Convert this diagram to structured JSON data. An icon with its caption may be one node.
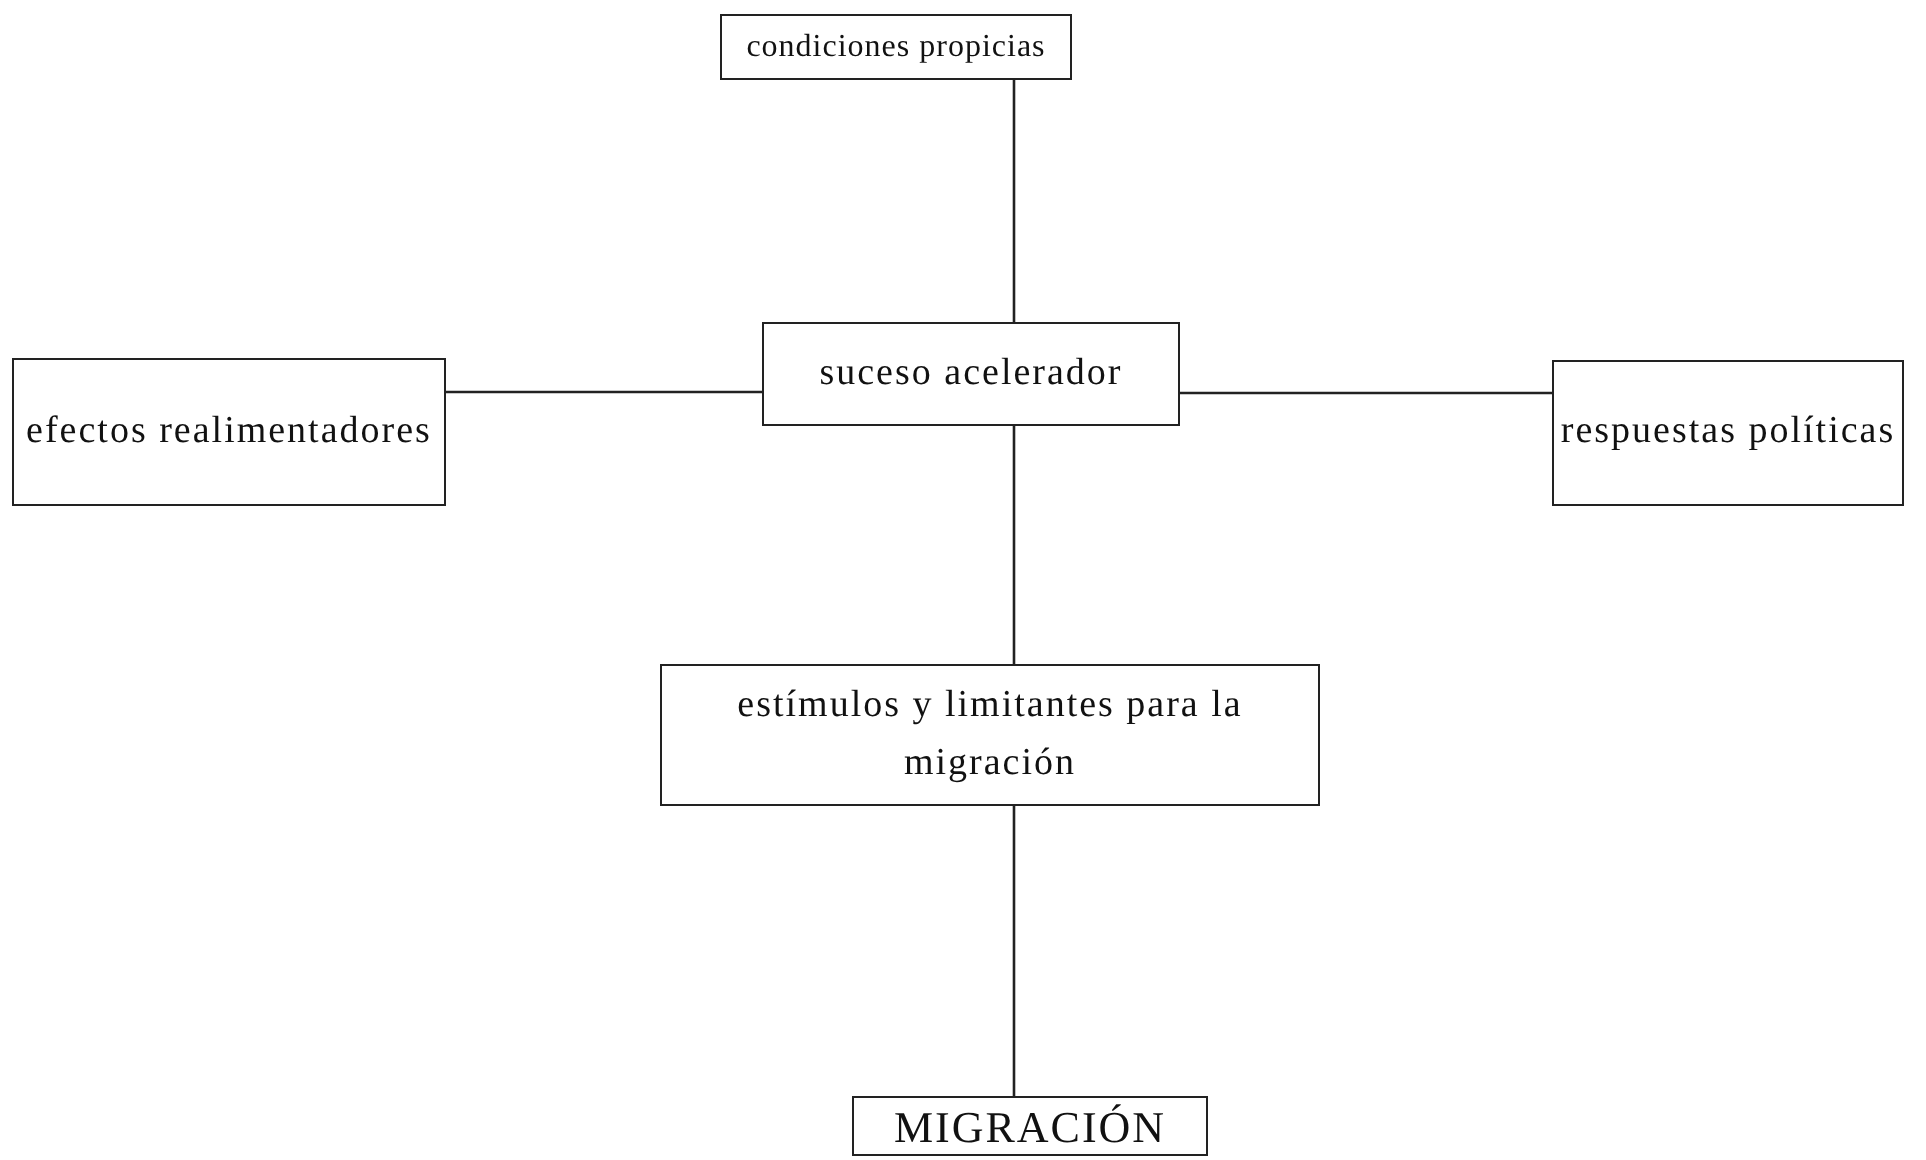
{
  "diagram": {
    "nodes": [
      {
        "text": [
          "condiciones propicias"
        ]
      },
      {
        "text": [
          "efectos realimentadores"
        ]
      },
      {
        "text": [
          "suceso acelerador"
        ]
      },
      {
        "text": [
          "respuestas políticas"
        ]
      },
      {
        "text": [
          "estímulos y limitantes para la migración"
        ]
      },
      {
        "text": [
          "MIGRACIÓN"
        ]
      }
    ],
    "edges": [
      {
        "from": 0,
        "to": 2,
        "arrow": "none"
      },
      {
        "from": 1,
        "to": 2,
        "arrow": "none"
      },
      {
        "from": 2,
        "to": 3,
        "arrow": "none"
      },
      {
        "from": 2,
        "to": 4,
        "arrow": "none"
      },
      {
        "from": 4,
        "to": 5,
        "arrow": "none"
      }
    ]
  }
}
